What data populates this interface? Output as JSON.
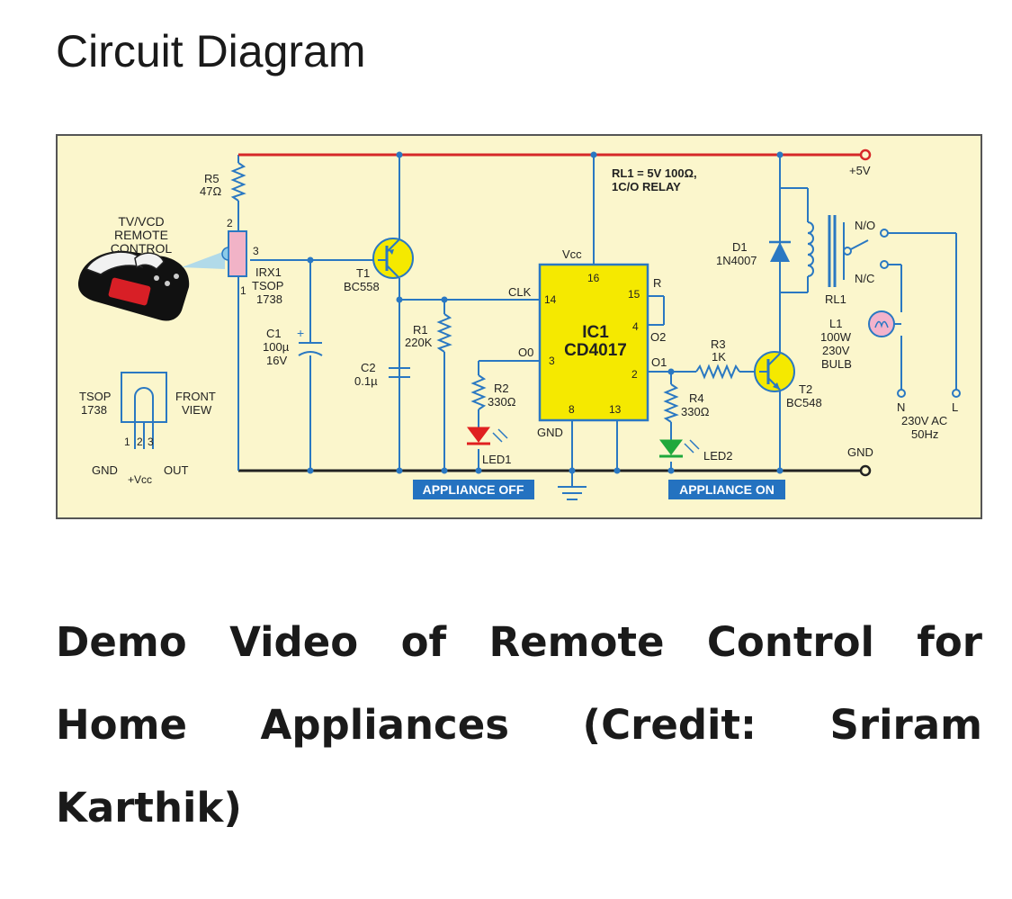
{
  "page": {
    "title": "Circuit Diagram",
    "demo_heading": "Demo Video of Remote Control for Home Appliances (Credit: Sriram Karthik)"
  },
  "colors": {
    "background": "#ffffff",
    "diagram_bg": "#fbf6cc",
    "wire": "#2a78c2",
    "supply_rail": "#d62828",
    "ic_fill": "#f5e900",
    "label_box": "#2472c0"
  },
  "diagram": {
    "remote": {
      "line1": "TV/VCD",
      "line2": "REMOTE",
      "line3": "CONTROL"
    },
    "r5": {
      "name": "R5",
      "value": "47Ω"
    },
    "irx1": {
      "pin2": "2",
      "pin3": "3",
      "pin1": "1",
      "name": "IRX1",
      "type1": "TSOP",
      "type2": "1738"
    },
    "c1": {
      "name": "C1",
      "value": "100µ",
      "voltage": "16V",
      "plus": "+"
    },
    "t1": {
      "name": "T1",
      "type": "BC558"
    },
    "c2": {
      "name": "C2",
      "value": "0.1µ"
    },
    "r1": {
      "name": "R1",
      "value": "220K"
    },
    "r2": {
      "name": "R2",
      "value": "330Ω"
    },
    "led1": {
      "name": "LED1"
    },
    "ic1": {
      "name": "IC1",
      "type": "CD4017",
      "vcc": "Vcc",
      "gnd": "GND",
      "clk": "CLK",
      "o0": "O0",
      "o1": "O1",
      "o2": "O2",
      "r": "R",
      "p16": "16",
      "p14": "14",
      "p15": "15",
      "p4": "4",
      "p3": "3",
      "p2": "2",
      "p8": "8",
      "p13": "13"
    },
    "rl1_note": {
      "line1": "RL1 = 5V 100Ω,",
      "line2": "1C/O RELAY"
    },
    "plus5v": "+5V",
    "d1": {
      "name": "D1",
      "type": "1N4007"
    },
    "relay": {
      "no": "N/O",
      "nc": "N/C",
      "name": "RL1"
    },
    "l1": {
      "name": "L1",
      "power": "100W",
      "voltage": "230V",
      "type": "BULB"
    },
    "r3": {
      "name": "R3",
      "value": "1K"
    },
    "r4": {
      "name": "R4",
      "value": "330Ω"
    },
    "led2": {
      "name": "LED2"
    },
    "t2": {
      "name": "T2",
      "type": "BC548"
    },
    "mains": {
      "n": "N",
      "l": "L",
      "voltage": "230V AC",
      "freq": "50Hz"
    },
    "gnd": "GND",
    "tsop_front": {
      "name1": "TSOP",
      "name2": "1738",
      "view1": "FRONT",
      "view2": "VIEW",
      "pin1": "1",
      "pin2": "2",
      "pin3": "3",
      "gnd": "GND",
      "vcc": "+Vcc",
      "out": "OUT"
    },
    "appliance_off": "APPLIANCE OFF",
    "appliance_on": "APPLIANCE ON"
  }
}
